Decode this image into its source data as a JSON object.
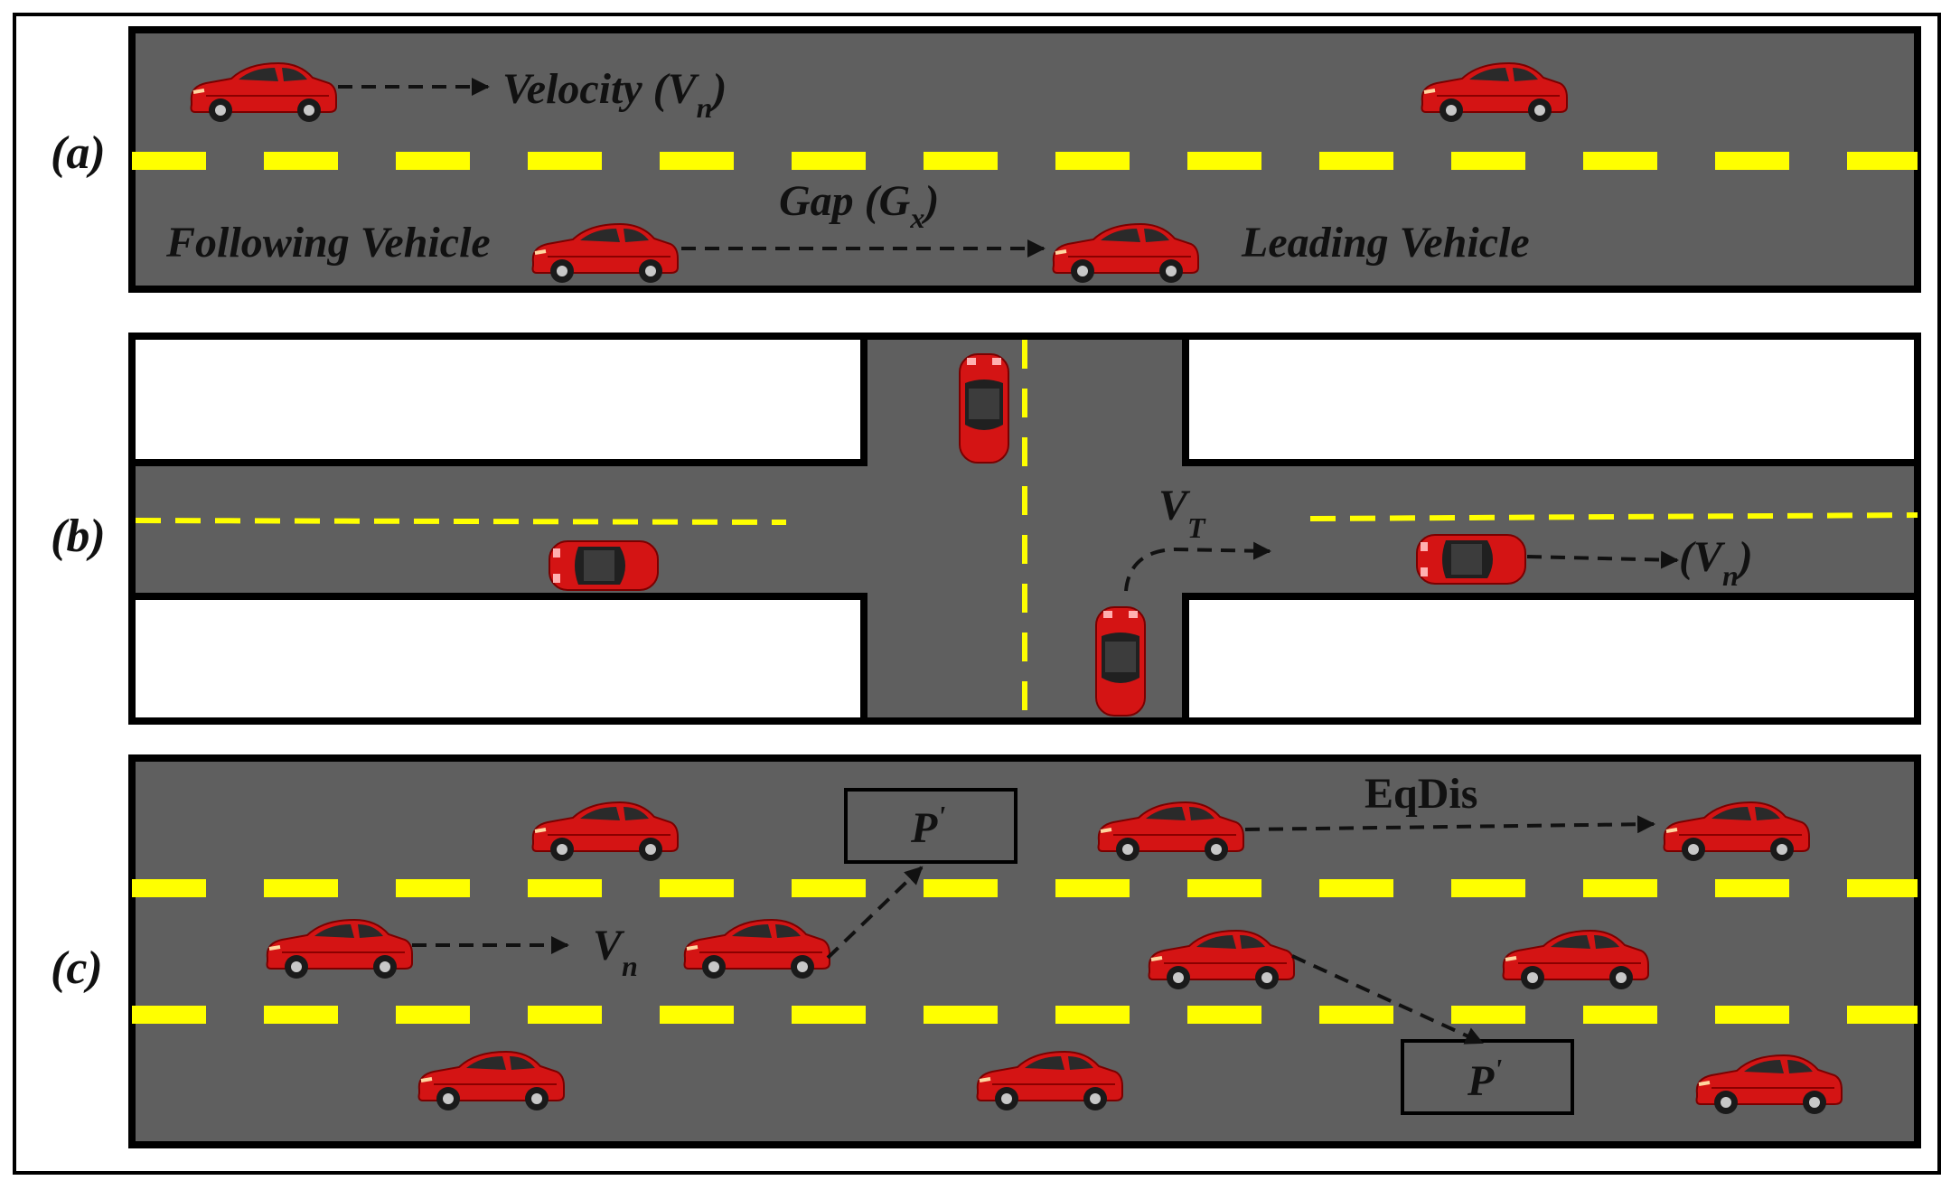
{
  "panels": {
    "a": {
      "label": "(a)",
      "velocity": {
        "text": "Velocity (V",
        "sub": "n",
        "close": ")"
      },
      "gap": {
        "text": "Gap (G",
        "sub": "x",
        "close": ")"
      },
      "following": "Following Vehicle",
      "leading": "Leading Vehicle"
    },
    "b": {
      "label": "(b)",
      "turn_velocity": {
        "text": "V",
        "sub": "T"
      },
      "velocity": {
        "open": "(V",
        "sub": "n",
        "close": ")"
      }
    },
    "c": {
      "label": "(c)",
      "eqdis": "EqDis",
      "velocity": {
        "text": "V",
        "sub": "n"
      },
      "target_box_1": {
        "text": "P",
        "sup": "'"
      },
      "target_box_2": {
        "text": "P",
        "sup": "'"
      }
    }
  },
  "colors": {
    "road": "#5f5f5f",
    "lane_marking": "#ffff00",
    "car_body": "#d41414",
    "outline": "#000000",
    "background": "#ffffff"
  }
}
